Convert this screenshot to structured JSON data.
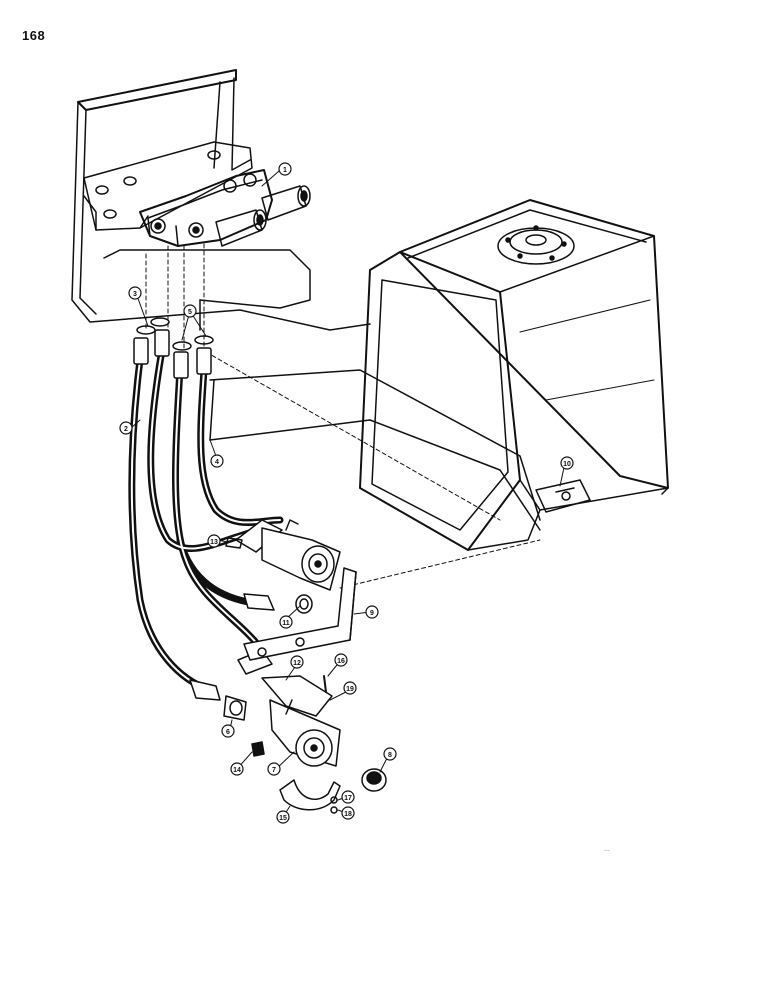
{
  "page": {
    "number": "168",
    "mark": "..."
  },
  "colors": {
    "ink": "#111111",
    "paper": "#ffffff"
  },
  "callouts": {
    "c1": "1",
    "c2": "2",
    "c3": "3",
    "c4": "4",
    "c5": "5",
    "c6": "6",
    "c7": "7",
    "c8": "8",
    "c9": "9",
    "c10": "10",
    "c11": "11",
    "c12": "12",
    "c13": "13",
    "c14": "14",
    "c15": "15",
    "c16": "16",
    "c17": "17",
    "c18": "18",
    "c19": "19"
  }
}
